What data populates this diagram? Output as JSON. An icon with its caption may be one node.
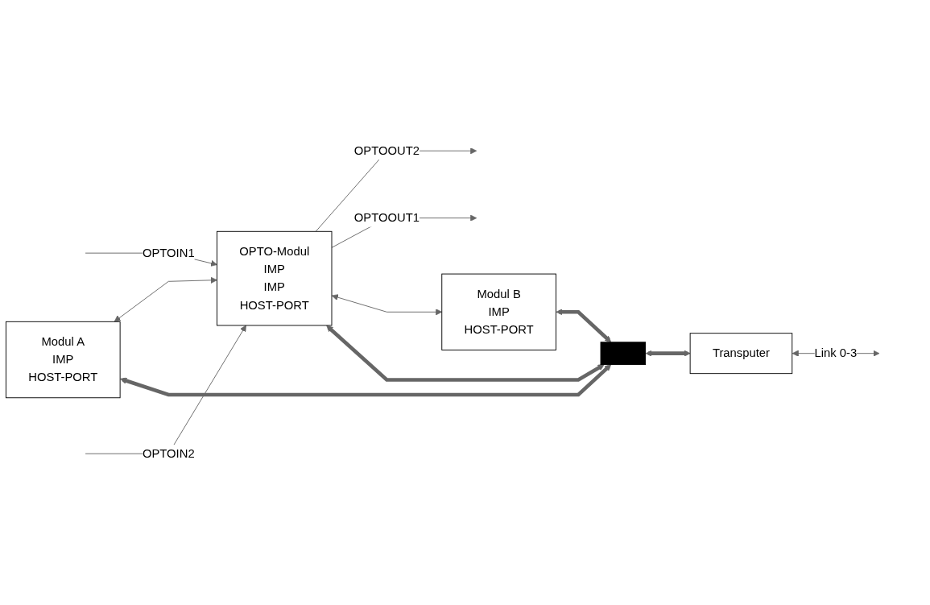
{
  "diagram": {
    "nodes": [
      {
        "text": [
          "Modul A",
          "IMP",
          "HOST-PORT"
        ]
      },
      {
        "text": [
          "OPTO-Modul",
          "IMP",
          "IMP",
          "HOST-PORT"
        ]
      },
      {
        "text": [
          "Modul B",
          "IMP",
          "HOST-PORT"
        ]
      },
      {
        "text": [],
        "shape": "bar"
      },
      {
        "text": [
          "Transputer"
        ]
      }
    ],
    "edges": [
      {
        "from": null,
        "to": 1,
        "arrow": "to",
        "label": "OPTOIN1"
      },
      {
        "from": 1,
        "to": null,
        "arrow": "to",
        "label": "OPTOOUT2"
      },
      {
        "from": 1,
        "to": null,
        "arrow": "to",
        "label": "OPTOOUT1"
      },
      {
        "from": null,
        "to": 1,
        "arrow": "to",
        "label": "OPTOIN2"
      },
      {
        "from": 0,
        "to": 1,
        "arrow": "both"
      },
      {
        "from": 1,
        "to": 2,
        "arrow": "both"
      },
      {
        "from": 0,
        "to": 3,
        "arrow": "both",
        "style": "thick"
      },
      {
        "from": 1,
        "to": 3,
        "arrow": "both",
        "style": "thick"
      },
      {
        "from": 2,
        "to": 3,
        "arrow": "both",
        "style": "thick"
      },
      {
        "from": 3,
        "to": 4,
        "arrow": "both",
        "style": "thick"
      },
      {
        "from": 4,
        "to": null,
        "arrow": "both",
        "label": "Link 0-3"
      }
    ]
  }
}
